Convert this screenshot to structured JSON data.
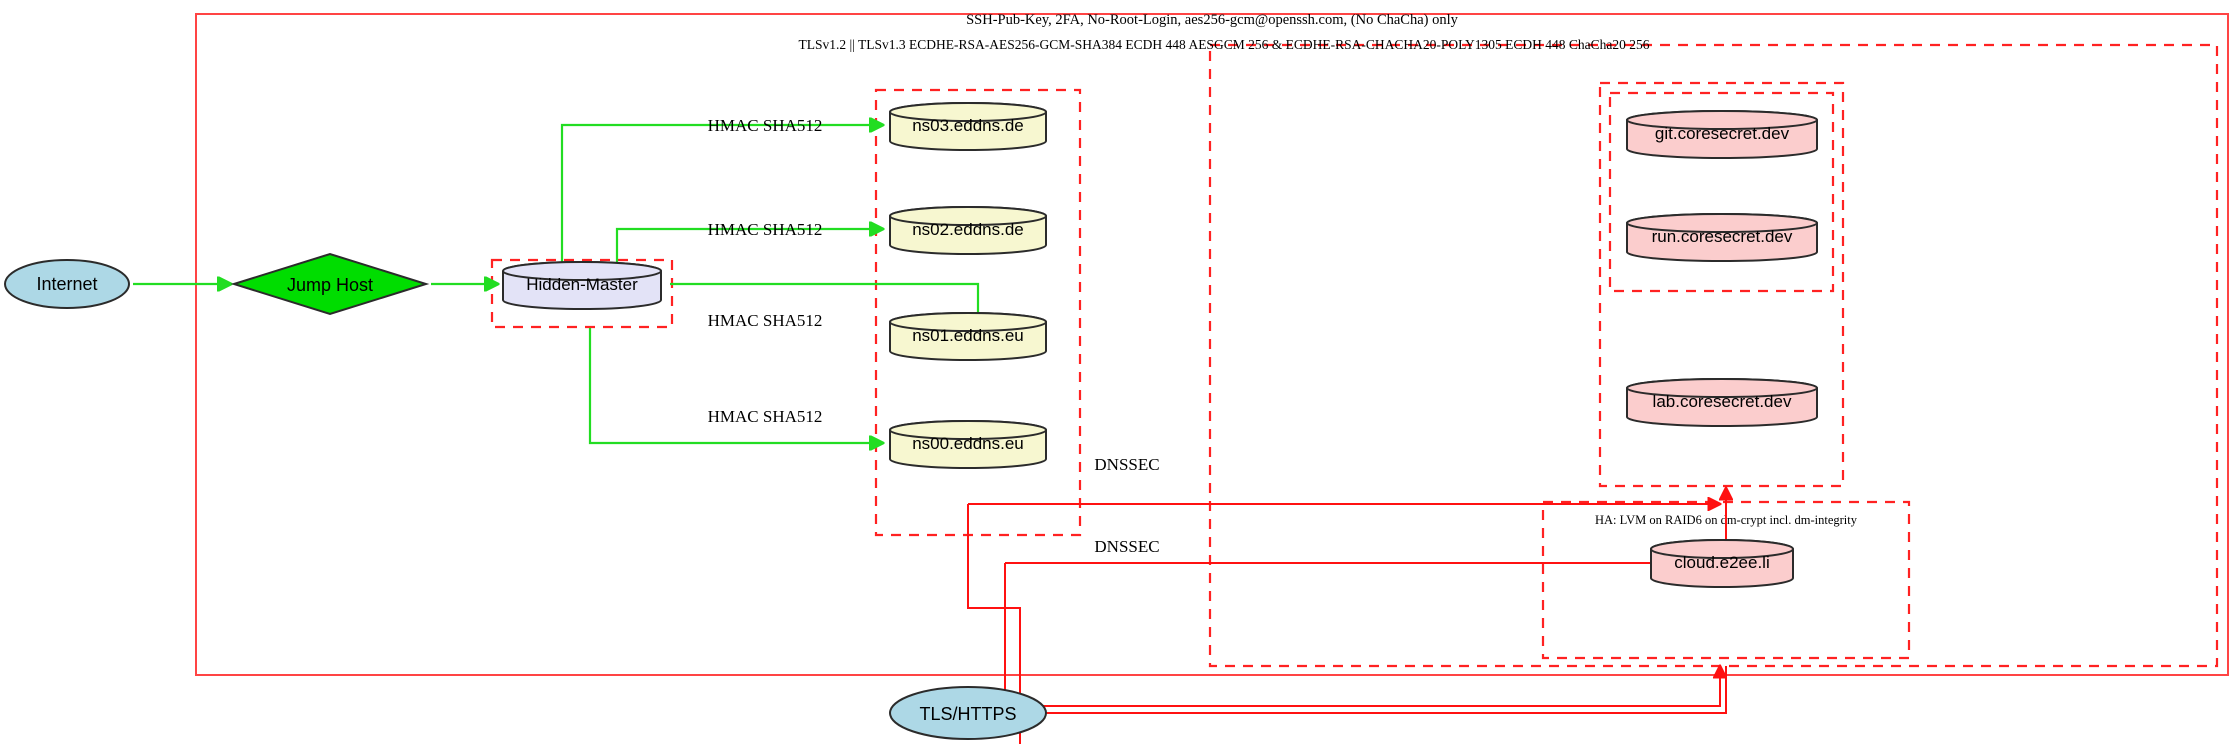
{
  "diagram": {
    "title_label": "SSH-Pub-Key, 2FA, No-Root-Login, aes256-gcm@openssh.com, (No ChaCha) only",
    "tls_cluster_label": "TLSv1.2 || TLSv1.3 ECDHE-RSA-AES256-GCM-SHA384 ECDH 448 AESGCM 256 & ECDHE-RSA-CHACHA20-POLY1305 ECDH 448 ChaCha20 256",
    "ha_cluster_label": "HA: LVM on RAID6 on dm-crypt incl. dm-integrity"
  },
  "nodes": {
    "internet": {
      "label": "Internet",
      "shape": "ellipse",
      "fill": "#add8e6"
    },
    "jump_host": {
      "label": "Jump Host",
      "shape": "diamond",
      "fill": "#00dd00"
    },
    "hidden_master": {
      "label": "Hidden-Master",
      "shape": "cylinder",
      "fill": "#e3e3f7"
    },
    "ns03": {
      "label": "ns03.eddns.de",
      "shape": "cylinder",
      "fill": "#f7f7d0"
    },
    "ns02": {
      "label": "ns02.eddns.de",
      "shape": "cylinder",
      "fill": "#f7f7d0"
    },
    "ns01": {
      "label": "ns01.eddns.eu",
      "shape": "cylinder",
      "fill": "#f7f7d0"
    },
    "ns00": {
      "label": "ns00.eddns.eu",
      "shape": "cylinder",
      "fill": "#f7f7d0"
    },
    "git": {
      "label": "git.coresecret.dev",
      "shape": "cylinder",
      "fill": "#fbcdcd"
    },
    "run": {
      "label": "run.coresecret.dev",
      "shape": "cylinder",
      "fill": "#fbcdcd"
    },
    "lab": {
      "label": "lab.coresecret.dev",
      "shape": "cylinder",
      "fill": "#fbcdcd"
    },
    "cloud": {
      "label": "cloud.e2ee.li",
      "shape": "cylinder",
      "fill": "#fbcdcd"
    },
    "tls_https": {
      "label": "TLS/HTTPS",
      "shape": "ellipse",
      "fill": "#add8e6"
    }
  },
  "edge_labels": {
    "hmac_ns03": "HMAC SHA512",
    "hmac_ns02": "HMAC SHA512",
    "hmac_ns01": "HMAC SHA512",
    "hmac_ns00": "HMAC SHA512",
    "dnssec_upper": "DNSSEC",
    "dnssec_lower": "DNSSEC"
  },
  "colors": {
    "cluster_red": "#ff2222",
    "edge_green": "#22dd22",
    "edge_red": "#ff1111",
    "fill_blue": "#add8e6",
    "fill_green": "#00dd00",
    "fill_lavender": "#e3e3f7",
    "fill_yellow": "#f7f7d0",
    "fill_pink": "#fbcdcd"
  }
}
